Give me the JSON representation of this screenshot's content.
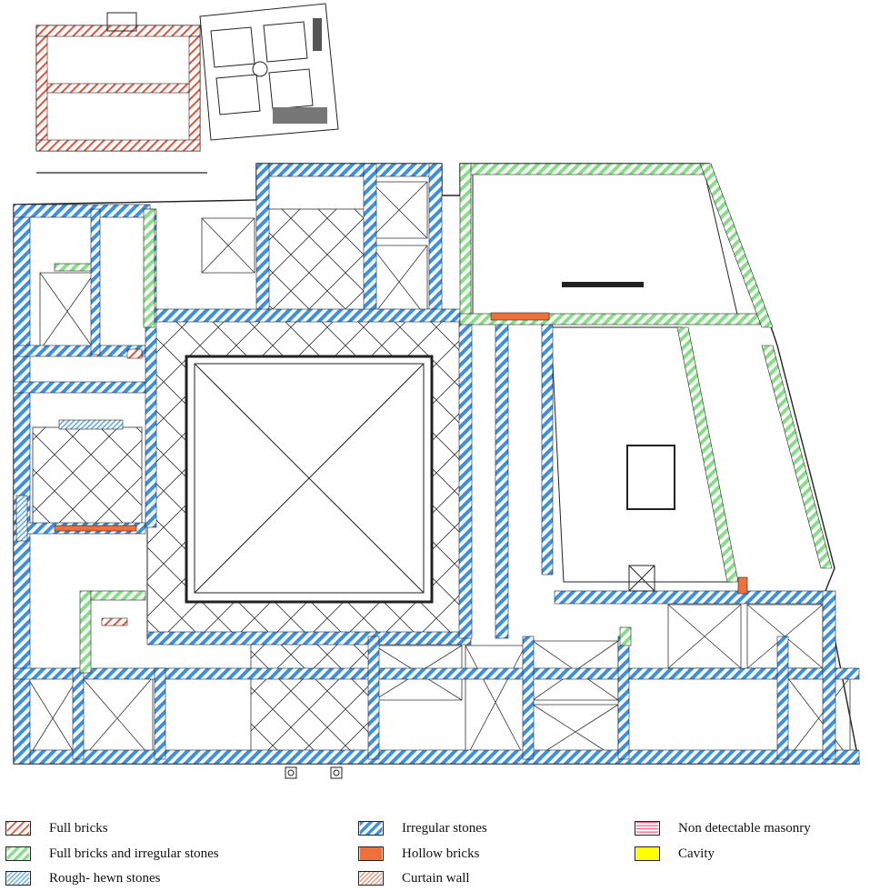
{
  "legend": [
    {
      "label": "Full bricks",
      "pattern": "full-bricks",
      "color": "#e8735a",
      "fill": "hatch"
    },
    {
      "label": "Full bricks and irregular stones",
      "pattern": "full-bricks-irregular",
      "color": "#86df86",
      "fill": "hatch"
    },
    {
      "label": "Rough- hewn stones",
      "pattern": "rough-hewn",
      "color": "#5fa8e6",
      "fill": "fine-hatch"
    },
    {
      "label": "Irregular stones",
      "pattern": "irregular-stones",
      "color": "#3a8fe6",
      "fill": "hatch"
    },
    {
      "label": "Hollow bricks",
      "pattern": "hollow-bricks",
      "color": "#f0703a",
      "fill": "solid"
    },
    {
      "label": "Curtain wall",
      "pattern": "curtain-wall",
      "color": "#e89070",
      "fill": "fine-hatch"
    },
    {
      "label": "Non detectable masonry",
      "pattern": "non-detectable",
      "color": "#e86a8a",
      "fill": "horizontal"
    },
    {
      "label": "Cavity",
      "pattern": "cavity",
      "color": "#ffff00",
      "fill": "solid"
    }
  ],
  "colors": {
    "outline": "#222222",
    "background": "#ffffff"
  }
}
